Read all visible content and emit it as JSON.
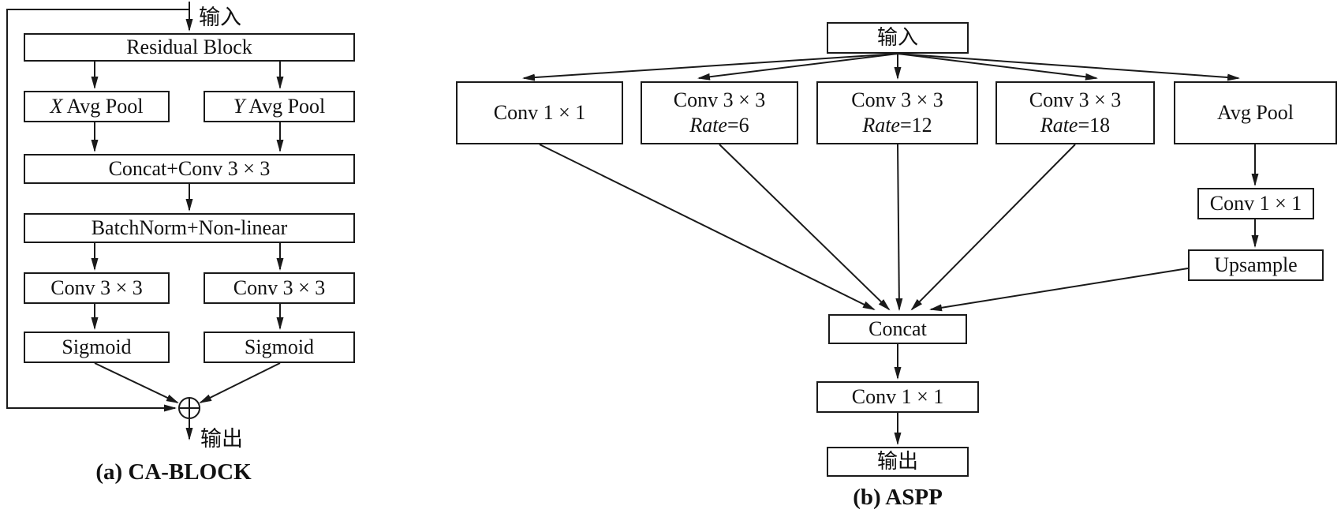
{
  "figure": {
    "colors": {
      "line": "#1a1a1a",
      "background": "#ffffff"
    },
    "ca_block": {
      "input_label": "输入",
      "residual_block": "Residual Block",
      "x_pool": {
        "var": "X",
        "rest": " Avg Pool"
      },
      "y_pool": {
        "var": "Y",
        "rest": " Avg Pool"
      },
      "concat_conv": "Concat+Conv 3 × 3",
      "batchnorm": "BatchNorm+Non-linear",
      "conv_left": "Conv 3 × 3",
      "conv_right": "Conv 3 × 3",
      "sigmoid_left": "Sigmoid",
      "sigmoid_right": "Sigmoid",
      "sum_symbol": "⊕",
      "output_label": "输出",
      "caption": "(a) CA-BLOCK"
    },
    "aspp": {
      "input_label": "输入",
      "branches": [
        {
          "label": "Conv 1 × 1"
        },
        {
          "line1": "Conv 3 × 3",
          "rate_italic": "Rate",
          "rate_value": "=6"
        },
        {
          "line1": "Conv 3 × 3",
          "rate_italic": "Rate",
          "rate_value": "=12"
        },
        {
          "line1": "Conv 3 × 3",
          "rate_italic": "Rate",
          "rate_value": "=18"
        },
        {
          "label": "Avg Pool"
        }
      ],
      "pool_conv": "Conv 1 × 1",
      "upsample": "Upsample",
      "concat": "Concat",
      "final_conv": "Conv 1 × 1",
      "output_label": "输出",
      "caption": "(b) ASPP"
    }
  }
}
